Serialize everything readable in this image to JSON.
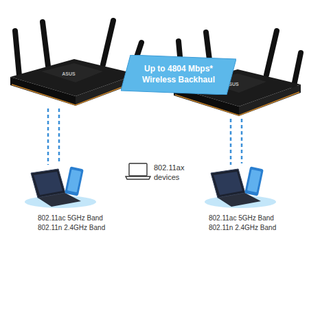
{
  "diagram": {
    "nodes": [
      {
        "text": [
          "Up to 4804 Mbps* Wireless Backhaul"
        ]
      }
    ],
    "labels": [
      "ASUS",
      "ASUS",
      "802.11ax devices",
      "802.11ac 5GHz Band",
      "802.11n 2.4GHz Band",
      "802.11ac 5GHz Band",
      "802.11n 2.4GHz Band"
    ]
  }
}
